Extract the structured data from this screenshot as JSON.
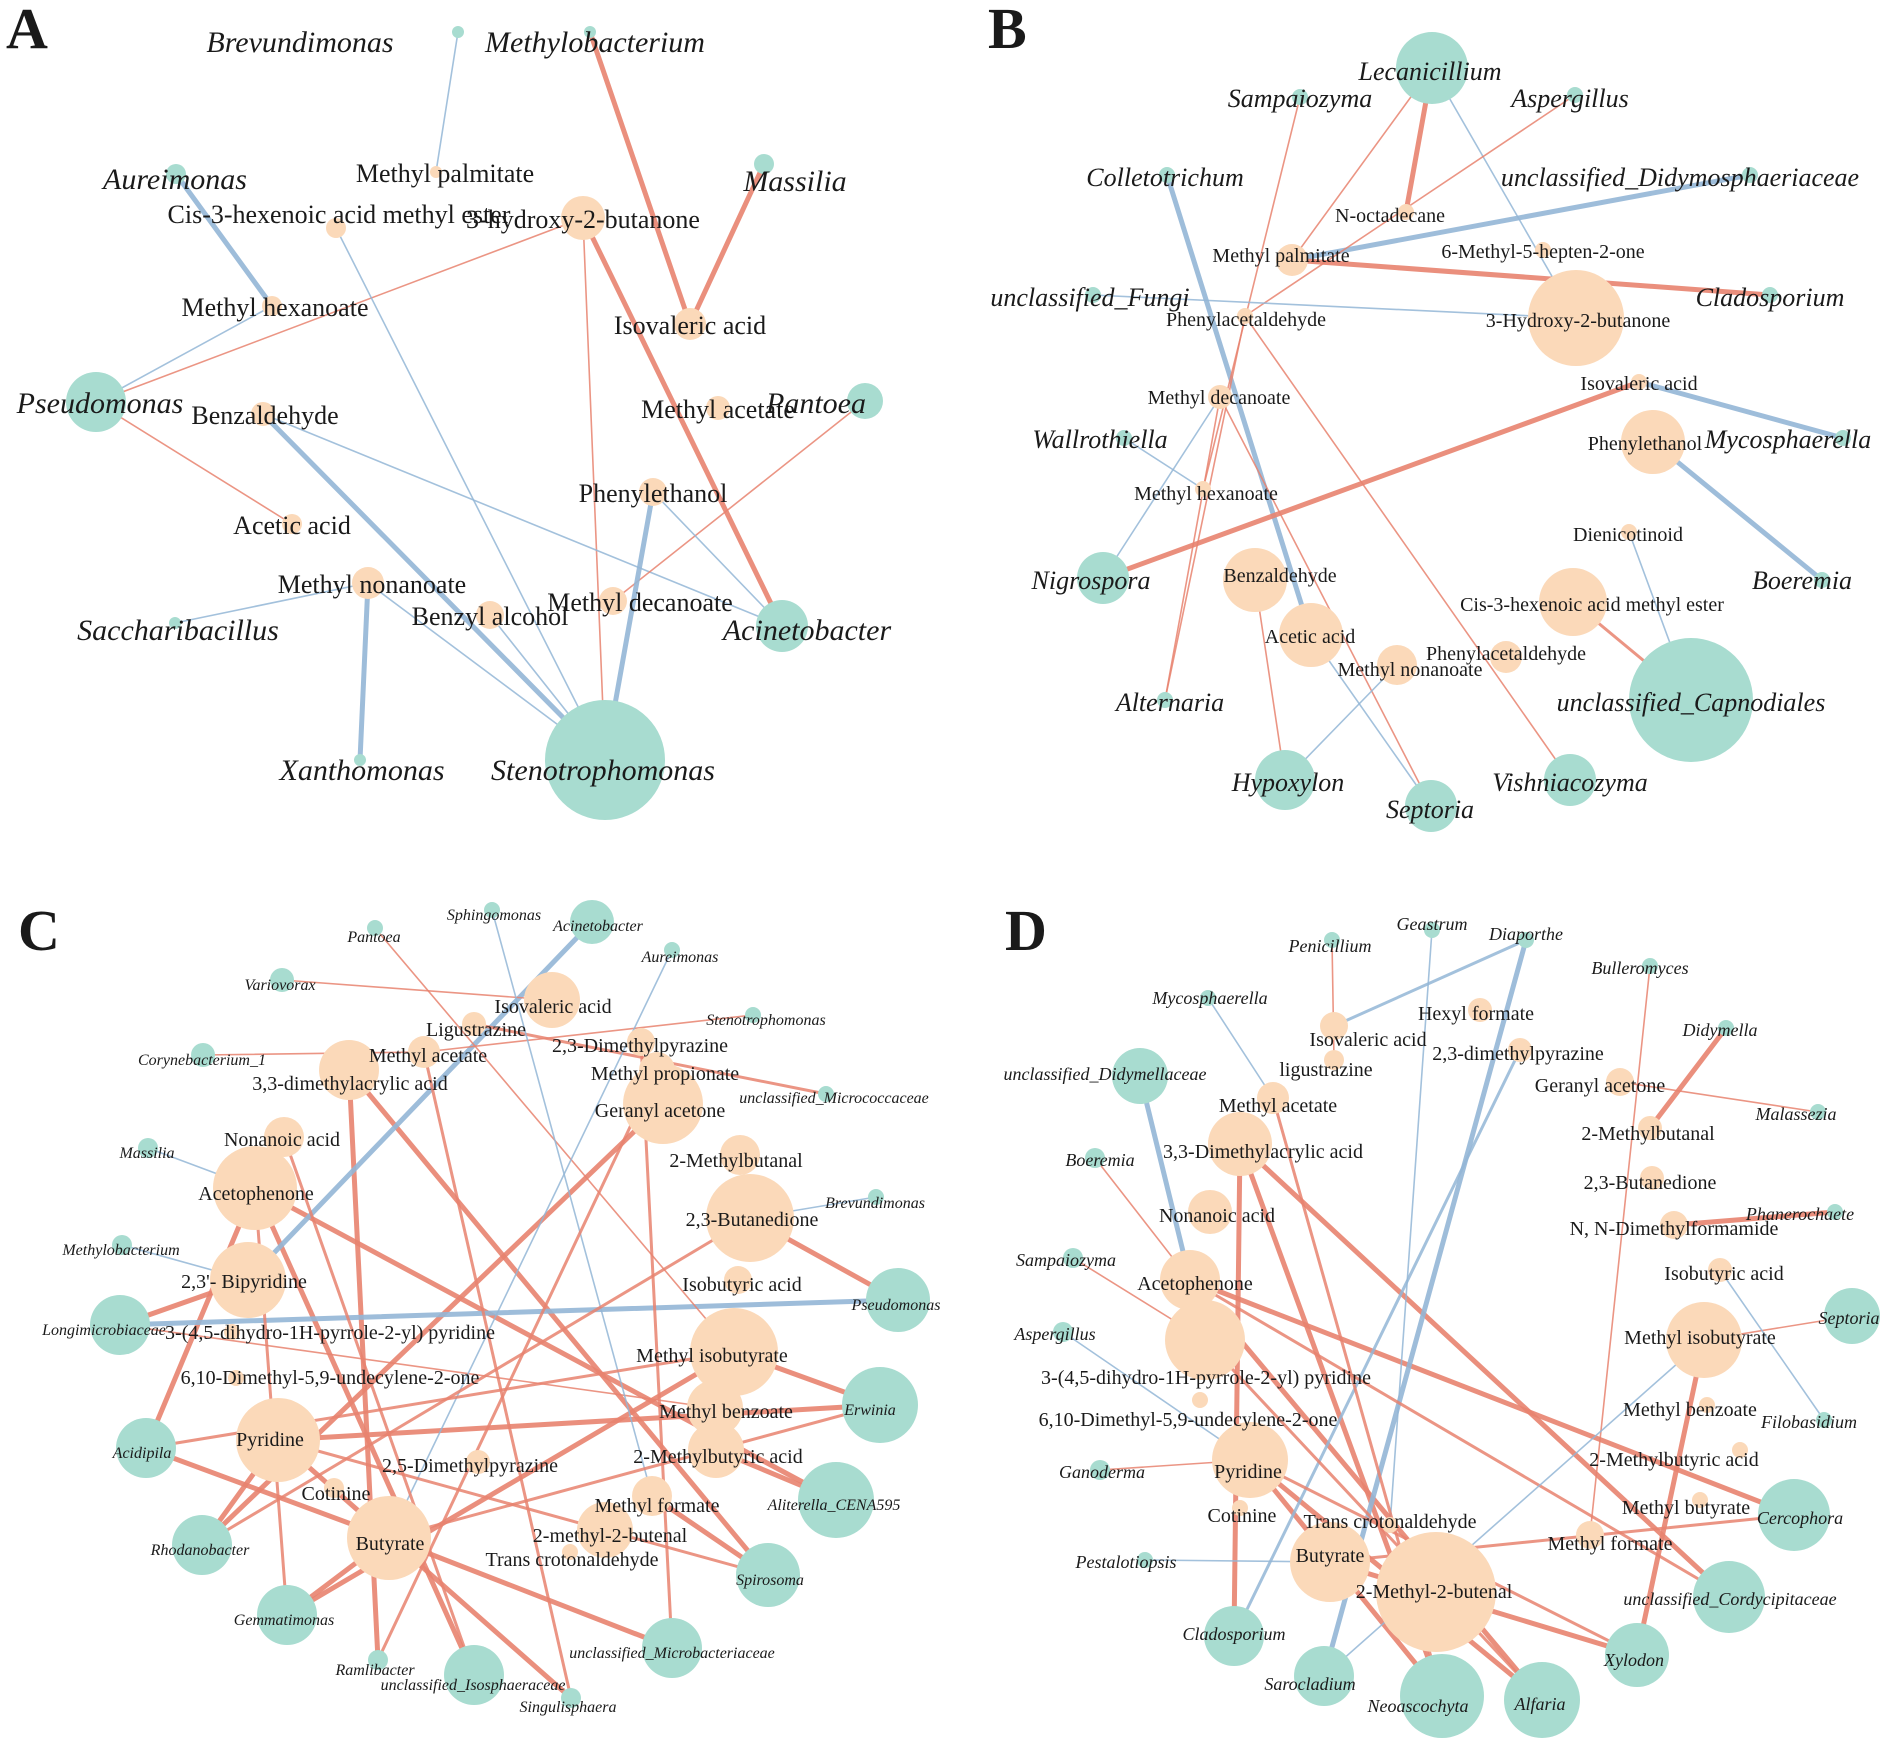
{
  "colors": {
    "microbe_node": "#a8dcd0",
    "compound_node": "#fbd9b9",
    "positive_edge": "#e8836f",
    "negative_edge": "#93b6d6"
  },
  "panels": [
    {
      "letter": "A",
      "microbes": [
        "Brevundimonas",
        "Methylobacterium",
        "Aureimonas",
        "Massilia",
        "Pseudomonas",
        "Pantoea",
        "Saccharibacillus",
        "Acinetobacter",
        "Xanthomonas",
        "Stenotrophomonas"
      ],
      "compounds": [
        "Methyl palmitate",
        "Cis-3-hexenoic acid methyl ester",
        "3-hydroxy-2-butanone",
        "Methyl hexanoate",
        "Isovaleric acid",
        "Benzaldehyde",
        "Methyl acetate",
        "Phenylethanol",
        "Acetic acid",
        "Methyl nonanoate",
        "Benzyl alcohol",
        "Methyl decanoate"
      ],
      "edges": [
        [
          "Brevundimonas",
          "Methyl palmitate",
          -1,
          1
        ],
        [
          "Methylobacterium",
          "Isovaleric acid",
          1,
          3
        ],
        [
          "Massilia",
          "Isovaleric acid",
          1,
          3
        ],
        [
          "Aureimonas",
          "Methyl hexanoate",
          -1,
          3
        ],
        [
          "Pseudomonas",
          "Methyl hexanoate",
          -1,
          1
        ],
        [
          "Pseudomonas",
          "3-hydroxy-2-butanone",
          1,
          1
        ],
        [
          "Pseudomonas",
          "Acetic acid",
          1,
          1
        ],
        [
          "Stenotrophomonas",
          "Cis-3-hexenoic acid methyl ester",
          -1,
          1
        ],
        [
          "Stenotrophomonas",
          "3-hydroxy-2-butanone",
          1,
          1
        ],
        [
          "Acinetobacter",
          "3-hydroxy-2-butanone",
          1,
          3
        ],
        [
          "Acinetobacter",
          "Benzaldehyde",
          -1,
          1
        ],
        [
          "Stenotrophomonas",
          "Benzaldehyde",
          -1,
          3
        ],
        [
          "Pantoea",
          "Methyl decanoate",
          1,
          1
        ],
        [
          "Acinetobacter",
          "Phenylethanol",
          -1,
          1
        ],
        [
          "Stenotrophomonas",
          "Phenylethanol",
          -1,
          3
        ],
        [
          "Xanthomonas",
          "Methyl nonanoate",
          -1,
          3
        ],
        [
          "Saccharibacillus",
          "Methyl nonanoate",
          -1,
          1
        ],
        [
          "Stenotrophomonas",
          "Methyl nonanoate",
          -1,
          1
        ],
        [
          "Stenotrophomonas",
          "Benzyl alcohol",
          -1,
          1
        ]
      ]
    },
    {
      "letter": "B",
      "microbes": [
        "Lecanicillium",
        "Sampaiozyma",
        "Aspergillus",
        "Colletotrichum",
        "unclassified_Didymosphaeriaceae",
        "unclassified_Fungi",
        "Cladosporium",
        "Wallrothiella",
        "Mycosphaerella",
        "Nigrospora",
        "Boeremia",
        "Alternaria",
        "unclassified_Capnodiales",
        "Hypoxylon",
        "Vishniacozyma",
        "Septoria"
      ],
      "compounds": [
        "N-octadecane",
        "Methyl palmitate",
        "6-Methyl-5-hepten-2-one",
        "Phenylacetaldehyde",
        "3-Hydroxy-2-butanone",
        "Methyl decanoate",
        "Isovaleric acid",
        "Phenylethanol",
        "Methyl hexanoate",
        "Dienicotinoid",
        "Benzaldehyde",
        "Cis-3-hexenoic acid methyl ester",
        "Acetic acid",
        "Phenylacetaldehyde",
        "Methyl nonanoate"
      ],
      "edges": [
        [
          "Lecanicillium",
          "N-octadecane",
          1,
          3
        ],
        [
          "Lecanicillium",
          "Methyl palmitate",
          1,
          1
        ],
        [
          "Lecanicillium",
          "3-Hydroxy-2-butanone",
          -1,
          1
        ],
        [
          "unclassified_Didymosphaeriaceae",
          "Methyl palmitate",
          -1,
          3
        ],
        [
          "Cladosporium",
          "Methyl palmitate",
          1,
          3
        ],
        [
          "Colletotrichum",
          "Acetic acid",
          -1,
          3
        ],
        [
          "Mycosphaerella",
          "Isovaleric acid",
          -1,
          3
        ],
        [
          "Boeremia",
          "Phenylethanol",
          -1,
          3
        ],
        [
          "Nigrospora",
          "Isovaleric acid",
          1,
          3
        ],
        [
          "unclassified_Capnodiales",
          "Cis-3-hexenoic acid methyl ester",
          1,
          2
        ],
        [
          "Septoria",
          "Methyl decanoate",
          1,
          1
        ],
        [
          "Hypoxylon",
          "Benzaldehyde",
          1,
          1
        ],
        [
          "Wallrothiella",
          "Methyl hexanoate",
          -1,
          1
        ],
        [
          "Alternaria",
          "Methyl decanoate",
          1,
          1
        ],
        [
          "Vishniacozyma",
          "Phenylacetaldehyde",
          1,
          1
        ],
        [
          "Sampaiozyma",
          "Methyl hexanoate",
          1,
          1
        ],
        [
          "Aspergillus",
          "Phenylacetaldehyde",
          1,
          1
        ],
        [
          "unclassified_Fungi",
          "3-Hydroxy-2-butanone",
          -1,
          1
        ],
        [
          "Nigrospora",
          "Methyl decanoate",
          -1,
          1
        ],
        [
          "Hypoxylon",
          "Methyl nonanoate",
          -1,
          1
        ],
        [
          "unclassified_Capnodiales",
          "Dienicotinoid",
          -1,
          1
        ],
        [
          "Septoria",
          "Acetic acid",
          -1,
          1
        ],
        [
          "Alternaria",
          "Phenylacetaldehyde",
          1,
          1
        ]
      ]
    },
    {
      "letter": "C",
      "microbes": [
        "Sphingomonas",
        "Acinetobacter",
        "Pantoea",
        "Aureimonas",
        "Variovorax",
        "Stenotrophomonas",
        "Corynebacterium_1",
        "unclassified_Micrococcaceae",
        "Massilia",
        "Brevundimonas",
        "Methylobacterium",
        "Pseudomonas",
        "Longimicrobiaceae",
        "Erwinia",
        "Acidipila",
        "Aliterella_CENA595",
        "Rhodanobacter",
        "Spirosoma",
        "Gemmatimonas",
        "unclassified_Microbacteriaceae",
        "Ramlibacter",
        "unclassified_Isosphaeraceae",
        "Singulisphaera"
      ],
      "compounds": [
        "Isovaleric acid",
        "Ligustrazine",
        "2,3-Dimethylpyrazine",
        "Methyl acetate",
        "Methyl propionate",
        "3,3-dimethylacrylic acid",
        "Geranyl acetone",
        "Nonanoic acid",
        "2-Methylbutanal",
        "Acetophenone",
        "2,3-Butanedione",
        "2,3'- Bipyridine",
        "Isobutyric acid",
        "3-(4,5-dihydro-1H-pyrrole-2-yl) pyridine",
        "Methyl isobutyrate",
        "6,10-Dimethyl-5,9-undecylene-2-one",
        "Methyl benzoate",
        "Pyridine",
        "2-Methylbutyric acid",
        "2,5-Dimethylpyrazine",
        "Cotinine",
        "Methyl formate",
        "Butyrate",
        "2-methyl-2-butenal",
        "Trans crotonaldehyde"
      ],
      "edges": [
        [
          "Rhodanobacter",
          "Pyridine",
          1,
          3
        ],
        [
          "Gemmatimonas",
          "Butyrate",
          1,
          3
        ],
        [
          "Acidipila",
          "Acetophenone",
          1,
          3
        ],
        [
          "Longimicrobiaceae",
          "2,3'- Bipyridine",
          1,
          3
        ],
        [
          "Erwinia",
          "Methyl isobutyrate",
          1,
          3
        ],
        [
          "Aliterella_CENA595",
          "2-Methylbutyric acid",
          1,
          3
        ],
        [
          "Spirosoma",
          "Methyl formate",
          1,
          3
        ],
        [
          "unclassified_Microbacteriaceae",
          "Butyrate",
          1,
          3
        ],
        [
          "Singulisphaera",
          "Pyridine",
          1,
          3
        ],
        [
          "Ramlibacter",
          "3,3-dimethylacrylic acid",
          1,
          3
        ],
        [
          "unclassified_Isosphaeraceae",
          "Acetophenone",
          1,
          3
        ],
        [
          "Pseudomonas",
          "2,3-Butanedione",
          1,
          3
        ],
        [
          "Erwinia",
          "Pyridine",
          1,
          3
        ],
        [
          "Aliterella_CENA595",
          "Acetophenone",
          1,
          3
        ],
        [
          "Gemmatimonas",
          "Methyl isobutyrate",
          1,
          3
        ],
        [
          "Rhodanobacter",
          "Geranyl acetone",
          1,
          3
        ],
        [
          "Acidipila",
          "Butyrate",
          1,
          3
        ],
        [
          "Spirosoma",
          "3,3-dimethylacrylic acid",
          1,
          3
        ],
        [
          "Longimicrobiaceae",
          "Methyl benzoate",
          1,
          1
        ],
        [
          "Pseudomonas",
          "Longimicrobiaceae",
          -1,
          3
        ],
        [
          "Acinetobacter",
          "2,3'- Bipyridine",
          -1,
          3
        ],
        [
          "Stenotrophomonas",
          "Methyl acetate",
          1,
          1
        ],
        [
          "unclassified_Micrococcaceae",
          "Ligustrazine",
          1,
          2
        ],
        [
          "Brevundimonas",
          "2,3-Butanedione",
          -1,
          1
        ],
        [
          "Variovorax",
          "Isovaleric acid",
          1,
          1
        ],
        [
          "Corynebacterium_1",
          "Methyl acetate",
          1,
          1
        ],
        [
          "Massilia",
          "Acetophenone",
          -1,
          1
        ],
        [
          "Methylobacterium",
          "2,3'- Bipyridine",
          -1,
          1
        ],
        [
          "Pantoea",
          "Methyl isobutyrate",
          1,
          1
        ],
        [
          "Sphingomonas",
          "Methyl formate",
          -1,
          1
        ],
        [
          "Aureimonas",
          "Butyrate",
          -1,
          1
        ],
        [
          "Singulisphaera",
          "Methyl acetate",
          1,
          2
        ],
        [
          "unclassified_Microbacteriaceae",
          "2,3-Dimethylpyrazine",
          1,
          2
        ],
        [
          "Ramlibacter",
          "Methyl propionate",
          1,
          2
        ],
        [
          "unclassified_Isosphaeraceae",
          "Nonanoic acid",
          1,
          2
        ],
        [
          "Gemmatimonas",
          "Acetophenone",
          1,
          2
        ],
        [
          "Rhodanobacter",
          "2,3-Butanedione",
          1,
          2
        ],
        [
          "Acidipila",
          "Methyl isobutyrate",
          1,
          2
        ],
        [
          "Erwinia",
          "Butyrate",
          1,
          2
        ],
        [
          "Spirosoma",
          "Pyridine",
          1,
          2
        ]
      ]
    },
    {
      "letter": "D",
      "microbes": [
        "Geastrum",
        "Diaporthe",
        "Penicillium",
        "Bulleromyces",
        "Mycosphaerella",
        "Didymella",
        "unclassified_Didymellaceae",
        "Malassezia",
        "Boeremia",
        "Phanerochaete",
        "Sampaiozyma",
        "Septoria",
        "Aspergillus",
        "Filobasidium",
        "Ganoderma",
        "Cercophora",
        "Pestalotiopsis",
        "unclassified_Cordycipitaceae",
        "Cladosporium",
        "Xylodon",
        "Sarocladium",
        "Neoascochyta",
        "Alfaria"
      ],
      "compounds": [
        "Hexyl formate",
        "Isovaleric acid",
        "ligustrazine",
        "2,3-dimethylpyrazine",
        "Geranyl acetone",
        "Methyl acetate",
        "3,3-Dimethylacrylic acid",
        "2-Methylbutanal",
        "2,3-Butanedione",
        "Nonanoic acid",
        "N, N-Dimethylformamide",
        "Acetophenone",
        "Isobutyric acid",
        "Methyl isobutyrate",
        "3-(4,5-dihydro-1H-pyrrole-2-yl) pyridine",
        "6,10-Dimethyl-5,9-undecylene-2-one",
        "Methyl benzoate",
        "2-Methylbutyric acid",
        "Pyridine",
        "Methyl butyrate",
        "Cotinine",
        "Trans crotonaldehyde",
        "Methyl formate",
        "Butyrate",
        "2-Methyl-2-butenal"
      ],
      "edges": [
        [
          "Neoascochyta",
          "Pyridine",
          1,
          3
        ],
        [
          "Alfaria",
          "Acetophenone",
          1,
          3
        ],
        [
          "Xylodon",
          "Methyl isobutyrate",
          1,
          3
        ],
        [
          "unclassified_Cordycipitaceae",
          "3,3-Dimethylacrylic acid",
          1,
          3
        ],
        [
          "Cercophora",
          "Acetophenone",
          1,
          3
        ],
        [
          "Neoascochyta",
          "3,3-Dimethylacrylic acid",
          1,
          3
        ],
        [
          "Alfaria",
          "Pyridine",
          1,
          3
        ],
        [
          "Xylodon",
          "Butyrate",
          1,
          3
        ],
        [
          "Cladosporium",
          "3,3-Dimethylacrylic acid",
          1,
          3
        ],
        [
          "unclassified_Didymellaceae",
          "Acetophenone",
          -1,
          3
        ],
        [
          "Sarocladium",
          "Diaporthe",
          -1,
          3
        ],
        [
          "Cladosporium",
          "2,3-dimethylpyrazine",
          -1,
          2
        ],
        [
          "Didymella",
          "2-Methylbutanal",
          1,
          3
        ],
        [
          "Malassezia",
          "Geranyl acetone",
          1,
          1
        ],
        [
          "Phanerochaete",
          "N, N-Dimethylformamide",
          1,
          3
        ],
        [
          "Septoria",
          "Methyl isobutyrate",
          1,
          1
        ],
        [
          "Filobasidium",
          "Isobutyric acid",
          -1,
          1
        ],
        [
          "Ganoderma",
          "Pyridine",
          1,
          1
        ],
        [
          "Pestalotiopsis",
          "Butyrate",
          -1,
          1
        ],
        [
          "Boeremia",
          "Acetophenone",
          1,
          1
        ],
        [
          "Sampaiozyma",
          "3-(4,5-dihydro-1H-pyrrole-2-yl) pyridine",
          1,
          1
        ],
        [
          "Aspergillus",
          "Pyridine",
          -1,
          1
        ],
        [
          "Mycosphaerella",
          "Methyl acetate",
          -1,
          1
        ],
        [
          "Penicillium",
          "ligustrazine",
          1,
          1
        ],
        [
          "Geastrum",
          "Trans crotonaldehyde",
          -1,
          1
        ],
        [
          "Bulleromyces",
          "Methyl formate",
          1,
          1
        ],
        [
          "Diaporthe",
          "Isovaleric acid",
          -1,
          2
        ],
        [
          "Neoascochyta",
          "Methyl acetate",
          1,
          2
        ],
        [
          "Alfaria",
          "3-(4,5-dihydro-1H-pyrrole-2-yl) pyridine",
          1,
          2
        ],
        [
          "Cercophora",
          "Butyrate",
          1,
          2
        ],
        [
          "Xylodon",
          "Pyridine",
          1,
          2
        ],
        [
          "unclassified_Cordycipitaceae",
          "Acetophenone",
          1,
          2
        ],
        [
          "Sarocladium",
          "Methyl isobutyrate",
          -1,
          1
        ]
      ]
    }
  ]
}
